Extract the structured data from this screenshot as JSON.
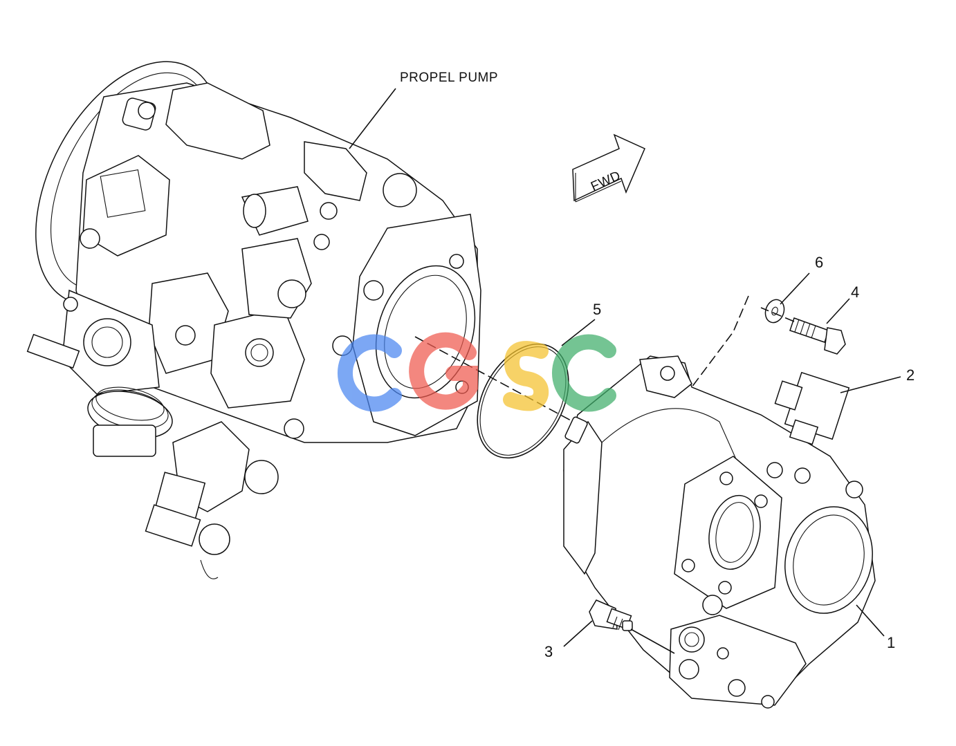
{
  "diagram": {
    "title_label": "PROPEL PUMP",
    "direction_label": "FWD",
    "callouts": [
      "1",
      "2",
      "3",
      "4",
      "5",
      "6"
    ]
  },
  "watermark": {
    "text": "CGSC",
    "colors": [
      "#4a86f0",
      "#ef5a4f",
      "#f4c22e",
      "#3fae6a"
    ]
  },
  "colors": {
    "line": "#111111",
    "background": "#ffffff"
  }
}
